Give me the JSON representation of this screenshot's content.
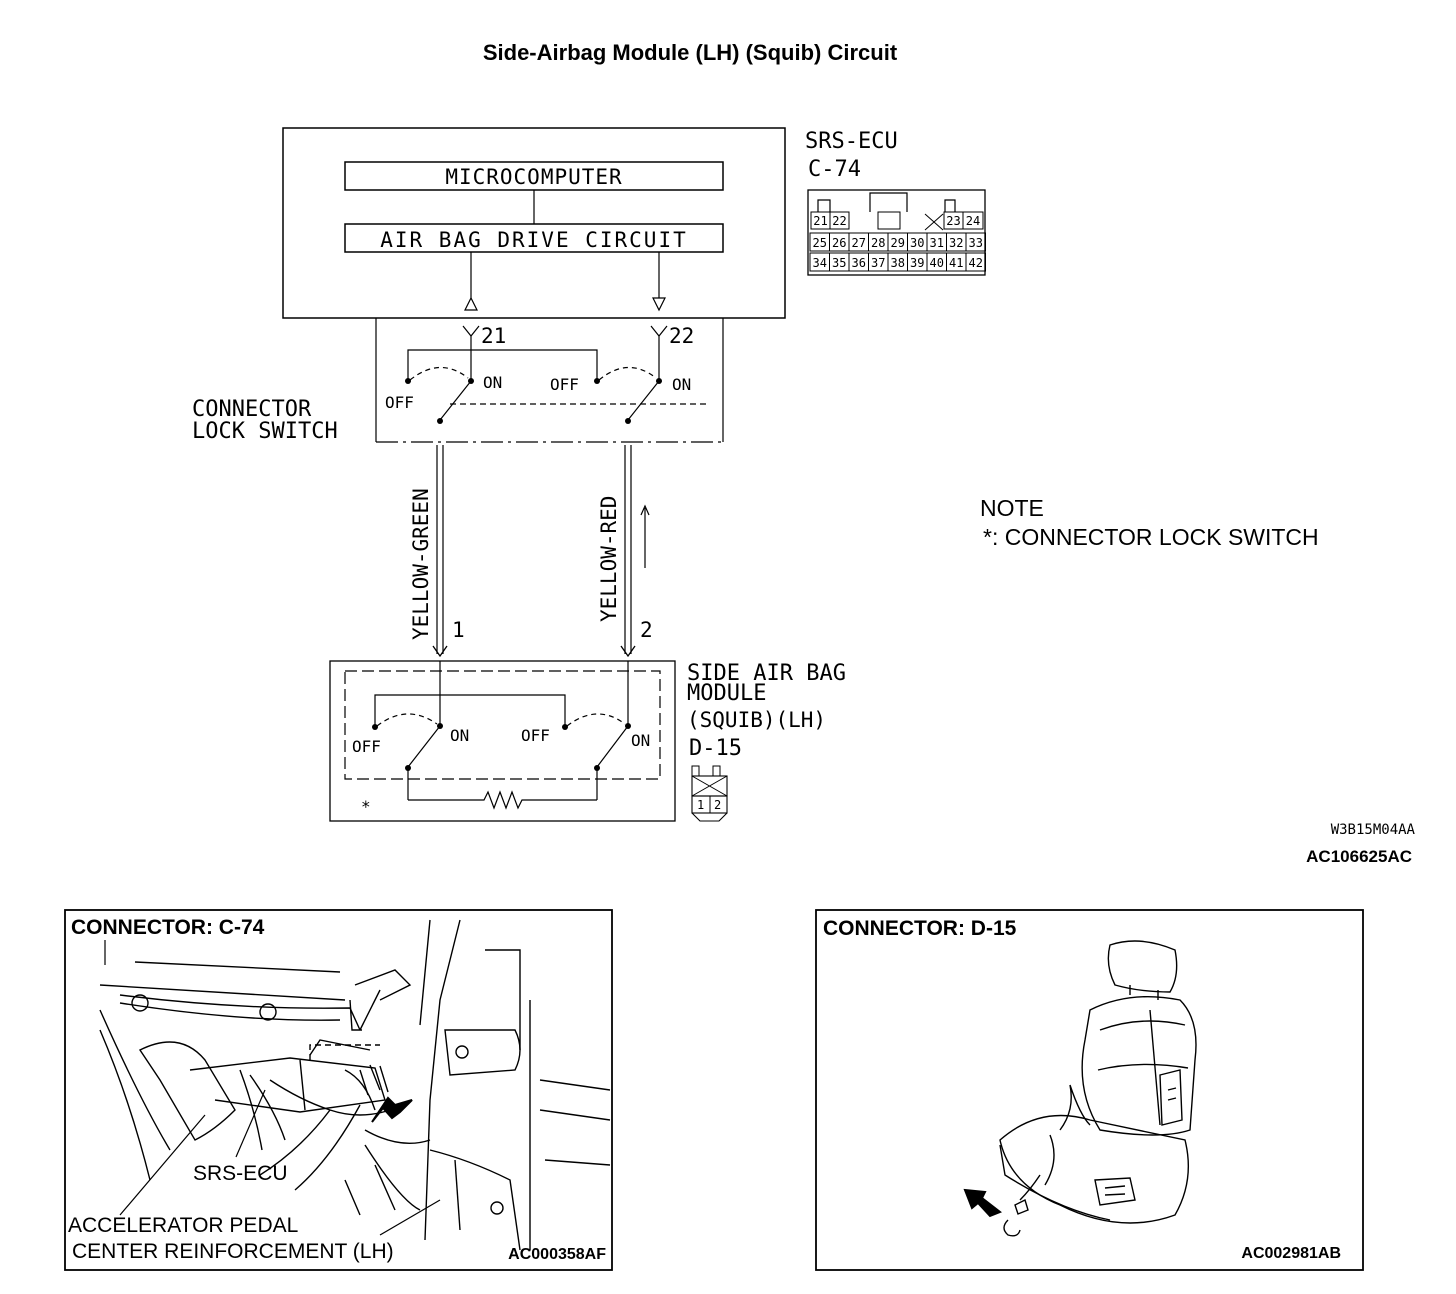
{
  "title": "Side-Airbag Module (LH) (Squib) Circuit",
  "ecu": {
    "name": "SRS-ECU",
    "connector": "C-74",
    "microcomputer": "MICROCOMPUTER",
    "drive_circuit": "AIR BAG DRIVE CIRCUIT",
    "pin_a": "21",
    "pin_b": "22",
    "pins_row1": [
      "21",
      "22",
      "23",
      "24"
    ],
    "pins_row2": [
      "25",
      "26",
      "27",
      "28",
      "29",
      "30",
      "31",
      "32",
      "33"
    ],
    "pins_row3": [
      "34",
      "35",
      "36",
      "37",
      "38",
      "39",
      "40",
      "41",
      "42"
    ]
  },
  "lock_switch": {
    "line1": "CONNECTOR",
    "line2": "LOCK SWITCH",
    "off": "OFF",
    "on": "ON"
  },
  "wires": [
    {
      "color": "YELLOW-GREEN",
      "pin": "1"
    },
    {
      "color": "YELLOW-RED",
      "pin": "2"
    }
  ],
  "module": {
    "line1": "SIDE AIR BAG",
    "line2": "MODULE",
    "line3": "(SQUIB)(LH)",
    "connector": "D-15",
    "pins": [
      "1",
      "2"
    ],
    "star": "*"
  },
  "note": {
    "heading": "NOTE",
    "text": "*: CONNECTOR LOCK SWITCH"
  },
  "codes": {
    "diagram_code": "W3B15M04AA",
    "figure_code": "AC106625AC"
  },
  "panel_left": {
    "title": "CONNECTOR: C-74",
    "label_ecu": "SRS-ECU",
    "label_reinf1": "ACCELERATOR PEDAL",
    "label_reinf2": "CENTER REINFORCEMENT (LH)",
    "code": "AC000358AF"
  },
  "panel_right": {
    "title": "CONNECTOR: D-15",
    "code": "AC002981AB"
  }
}
